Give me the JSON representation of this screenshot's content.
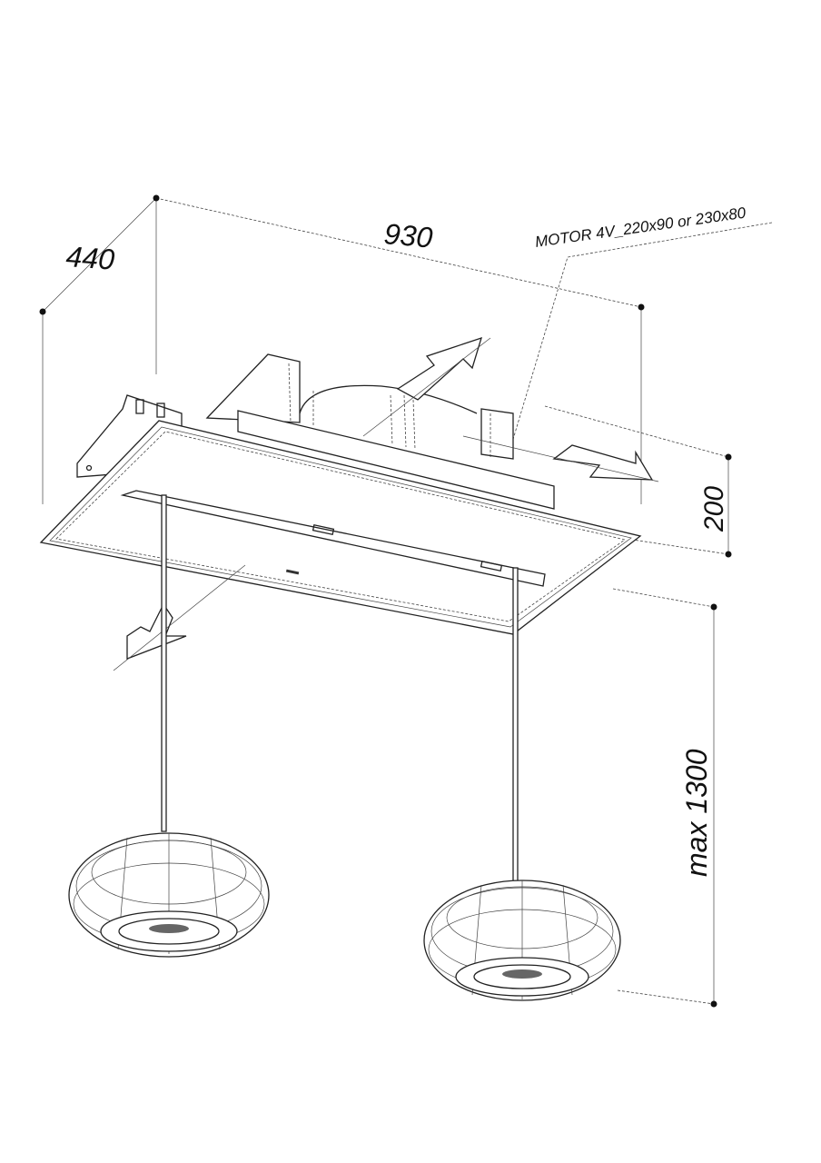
{
  "dimensions": {
    "width": "930",
    "depth": "440",
    "height": "200",
    "drop": "max 1300"
  },
  "motor_label": "MOTOR 4V_220x90 or 230x80",
  "colors": {
    "line": "#222222",
    "background": "#ffffff"
  }
}
